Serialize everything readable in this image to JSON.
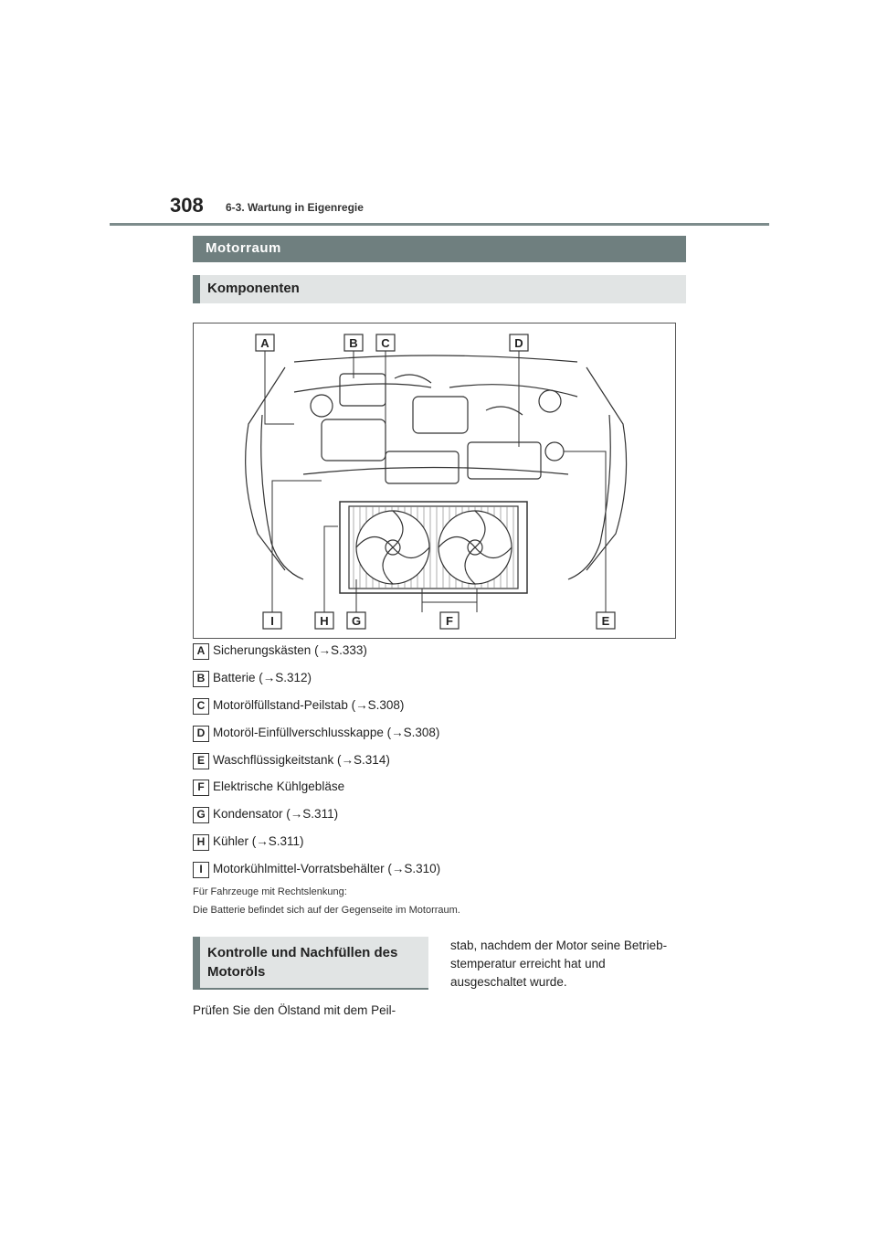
{
  "header": {
    "page_number": "308",
    "section": "6-3. Wartung in Eigenregie"
  },
  "main_title": "Motorraum",
  "sub_title": "Komponenten",
  "figure": {
    "callouts": [
      "A",
      "B",
      "C",
      "D",
      "E",
      "F",
      "G",
      "H",
      "I"
    ]
  },
  "components": [
    {
      "letter": "A",
      "text": "Sicherungskästen (→S.333)"
    },
    {
      "letter": "B",
      "text": "Batterie (→S.312)"
    },
    {
      "letter": "C",
      "text": "Motorölfüllstand-Peilstab (→S.308)"
    },
    {
      "letter": "D",
      "text": "Motoröl-Einfüllverschlusskappe (→S.308)"
    },
    {
      "letter": "E",
      "text": "Waschflüssigkeitstank (→S.314)"
    },
    {
      "letter": "F",
      "text": "Elektrische Kühlgebläse"
    },
    {
      "letter": "G",
      "text": "Kondensator (→S.311)"
    },
    {
      "letter": "H",
      "text": "Kühler (→S.311)"
    },
    {
      "letter": "I",
      "text": "Motorkühlmittel-Vorratsbehälter (→S.310)"
    }
  ],
  "note": {
    "line1": "Für Fahrzeuge mit Rechtslenkung:",
    "line2": "Die Batterie befindet sich auf der Gegenseite im Motorraum."
  },
  "oil_section": {
    "title_line1": "Kontrolle und Nachfüllen des",
    "title_line2": "Motoröls",
    "left_text": "Prüfen Sie den Ölstand mit dem Peil-",
    "right_line1": "stab, nachdem der Motor seine Betrieb-",
    "right_line2": "stemperatur erreicht hat und",
    "right_line3": "ausgeschaltet wurde."
  }
}
